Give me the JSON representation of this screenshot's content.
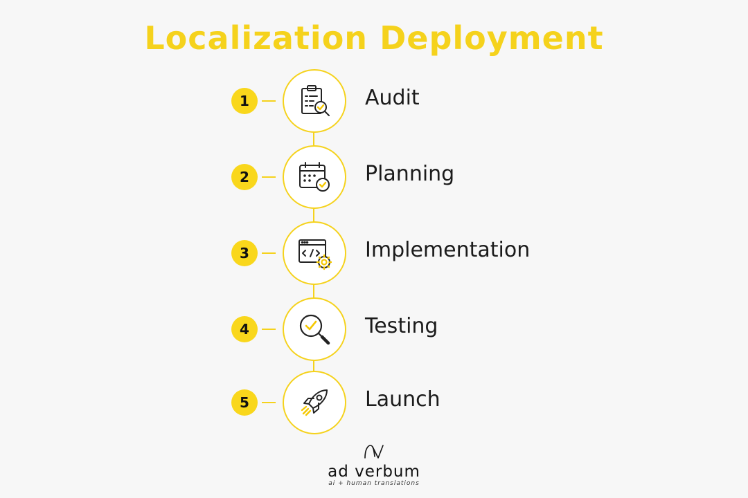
{
  "title": "Localization Deployment",
  "accent_color": "#f5d21c",
  "steps": [
    {
      "number": "1",
      "label": "Audit",
      "icon": "clipboard-search-icon"
    },
    {
      "number": "2",
      "label": "Planning",
      "icon": "calendar-check-icon"
    },
    {
      "number": "3",
      "label": "Implementation",
      "icon": "code-window-gear-icon"
    },
    {
      "number": "4",
      "label": "Testing",
      "icon": "magnifier-check-icon"
    },
    {
      "number": "5",
      "label": "Launch",
      "icon": "rocket-icon"
    }
  ],
  "logo": {
    "brand": "ad verbum",
    "tagline": "ai + human translations",
    "icon": "av-monogram-icon"
  }
}
